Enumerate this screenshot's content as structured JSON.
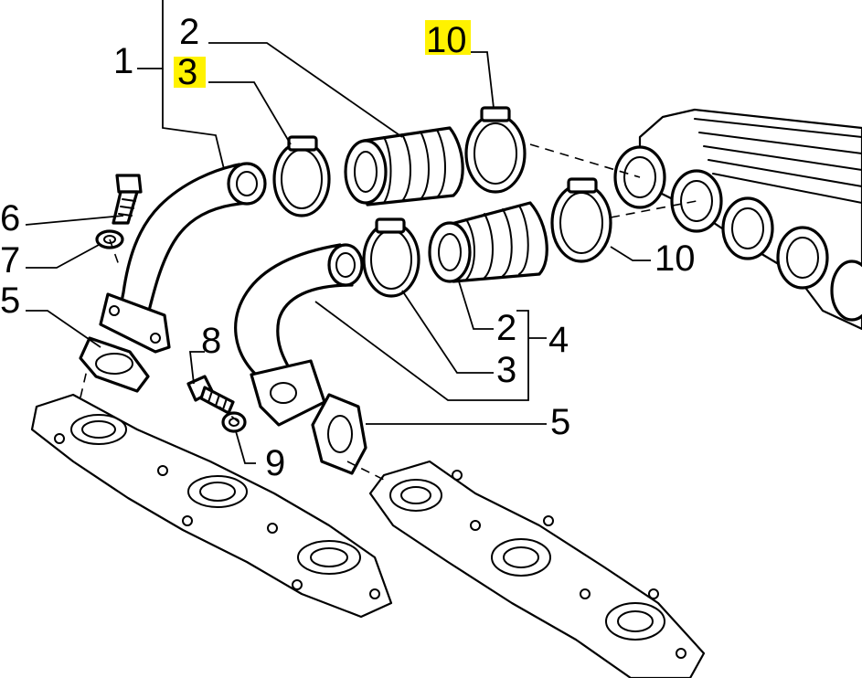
{
  "diagram": {
    "callouts": {
      "label_1": "1",
      "label_2_top": "2",
      "label_3_top": "3",
      "label_10_top": "10",
      "label_6": "6",
      "label_7": "7",
      "label_5_left": "5",
      "label_8": "8",
      "label_9": "9",
      "label_10_right": "10",
      "label_2_right": "2",
      "label_4": "4",
      "label_3_right": "3",
      "label_5_right": "5"
    },
    "highlighted": [
      "label_3_top",
      "label_10_top"
    ],
    "colors": {
      "highlight": "#fff200",
      "line": "#000000",
      "background": "#ffffff"
    }
  }
}
